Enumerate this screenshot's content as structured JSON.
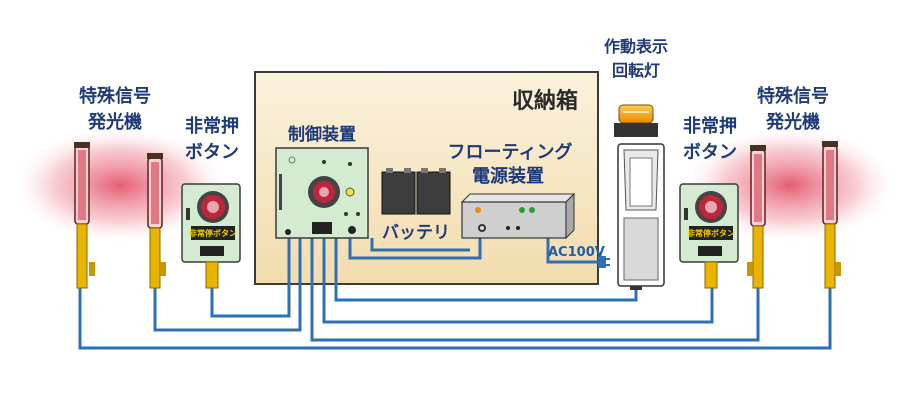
{
  "labels": {
    "signal_left_line1": "特殊信号",
    "signal_left_line2": "発光機",
    "signal_right_line1": "特殊信号",
    "signal_right_line2": "発光機",
    "button_left_line1": "非常押",
    "button_left_line2": "ボタン",
    "button_right_line1": "非常押",
    "button_right_line2": "ボタン",
    "storage_box": "収納箱",
    "control_unit": "制御装置",
    "battery": "バッテリ",
    "floating_line1": "フローティング",
    "floating_line2": "電源装置",
    "beacon_line1": "作動表示",
    "beacon_line2": "回転灯",
    "ac_label": "AC100V",
    "button_plate_text": "非常停ボタン"
  },
  "colors": {
    "wire": "#2f6fb3",
    "storage_fill": "#f6e6c4",
    "device_green": "#d4ead1",
    "signal_glow": "#e0405a",
    "pole_yellow": "#e8b400",
    "label_navy": "#1f3a78"
  }
}
